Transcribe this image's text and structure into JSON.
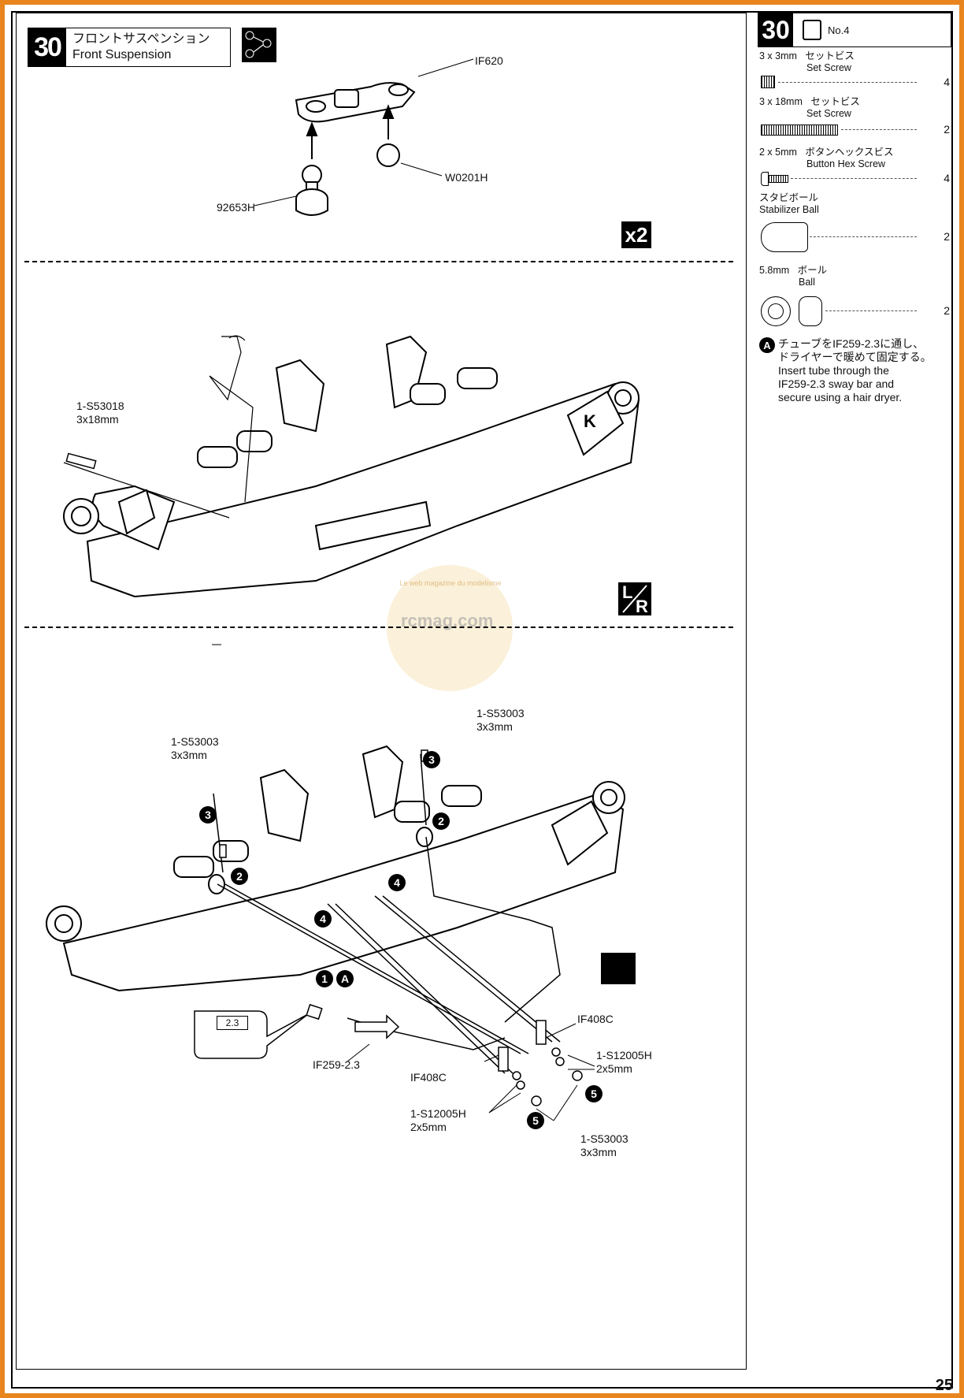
{
  "step": {
    "number": "30",
    "title_jp": "フロントサスペンション",
    "title_en": "Front Suspension"
  },
  "top_section": {
    "labels": {
      "if620": "IF620",
      "w0201h": "W0201H",
      "p92653h": "92653H"
    },
    "multiplier": "x2"
  },
  "middle_section": {
    "screw_label_1": "1-S53018",
    "screw_label_2": "3x18mm",
    "side_badge_top": "L",
    "side_badge_bottom": "R"
  },
  "bottom_section": {
    "left_screw_1": "1-S53003",
    "left_screw_2": "3x3mm",
    "right_screw_1": "1-S53003",
    "right_screw_2": "3x3mm",
    "steps": {
      "s1": "1",
      "s2": "2",
      "s3": "3",
      "s4": "4",
      "s5": "5",
      "a": "A"
    },
    "gauge": "2.3",
    "if259": "IF259-2.3",
    "if408c_left": "IF408C",
    "if408c_right": "IF408C",
    "s12005h_right_1": "1-S12005H",
    "s12005h_right_2": "2x5mm",
    "s12005h_left_1": "1-S12005H",
    "s12005h_left_2": "2x5mm",
    "s53003_bottom_1": "1-S53003",
    "s53003_bottom_2": "3x3mm"
  },
  "watermark": {
    "site": "rcmag.com",
    "ring": "Le web magazine du modelisme"
  },
  "sidebar": {
    "step_number": "30",
    "bag_label": "No.4",
    "parts": [
      {
        "size": "3 x 3mm",
        "name_jp": "セットビス",
        "name_en": "Set Screw",
        "qty": "4"
      },
      {
        "size": "3 x 18mm",
        "name_jp": "セットビス",
        "name_en": "Set Screw",
        "qty": "2"
      },
      {
        "size": "2 x 5mm",
        "name_jp": "ボタンヘックスビス",
        "name_en": "Button Hex Screw",
        "qty": "4"
      },
      {
        "size": "",
        "name_jp": "スタビボール",
        "name_en": "Stabilizer Ball",
        "qty": "2"
      },
      {
        "size": "5.8mm",
        "name_jp": "ボール",
        "name_en": "Ball",
        "qty": "2"
      }
    ],
    "note_marker": "A",
    "note_jp_1": "チューブをIF259-2.3に通し、",
    "note_jp_2": "ドライヤーで暖めて固定する。",
    "note_en_1": "Insert tube through the",
    "note_en_2": "IF259-2.3 sway bar and",
    "note_en_3": "secure using a hair dryer."
  },
  "page_number": "25"
}
